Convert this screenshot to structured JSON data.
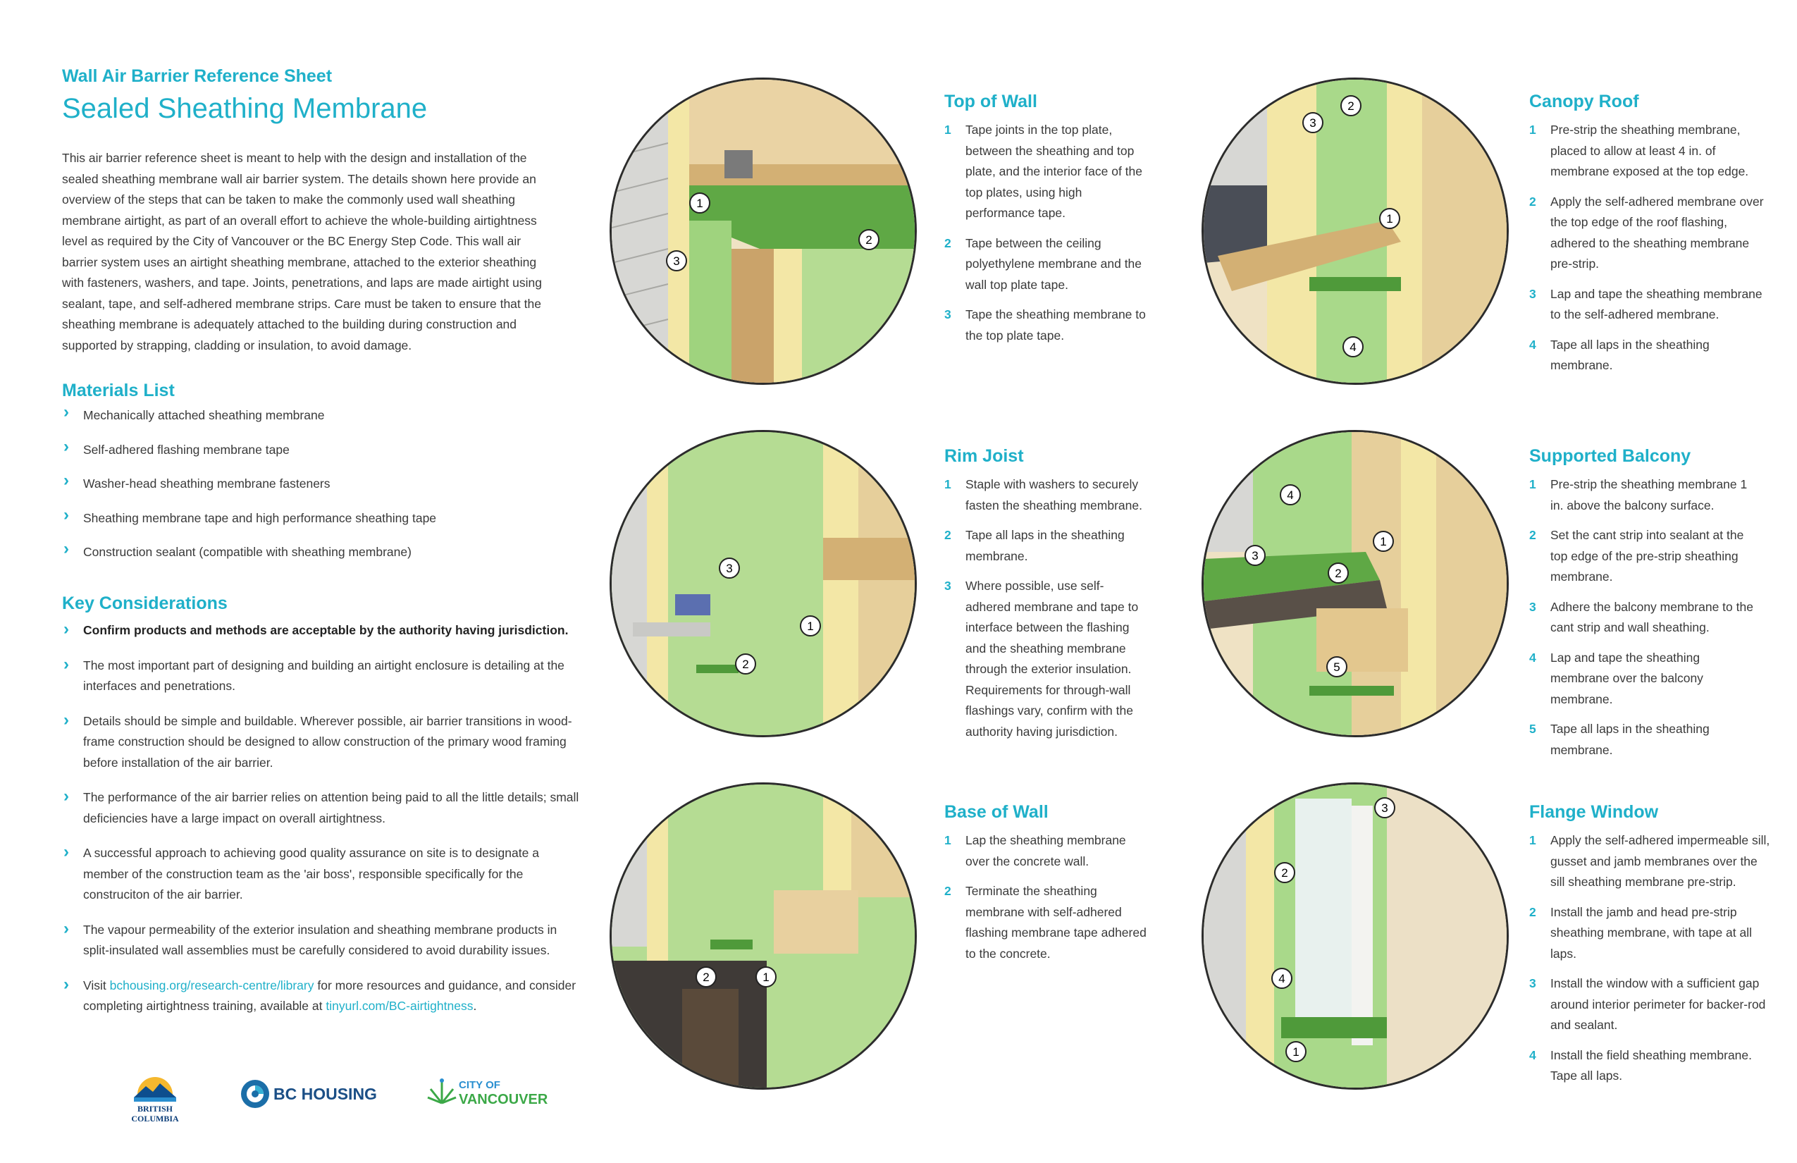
{
  "header": {
    "kicker": "Wall Air Barrier Reference Sheet",
    "title": "Sealed Sheathing Membrane"
  },
  "intro": "This air barrier reference sheet is meant to help with the design and installation of the sealed sheathing membrane wall air barrier system. The details shown here provide an overview of the steps that can be taken to make the commonly used wall sheathing membrane airtight, as part of an overall effort to achieve the whole-building airtightness level as required by the City of Vancouver or the BC Energy Step Code.  This wall air barrier system uses an airtight sheathing membrane, attached to the exterior sheathing with fasteners, washers, and tape. Joints, penetrations, and laps are made airtight using sealant, tape, and self-adhered membrane strips. Care must be taken to ensure that the sheathing membrane is adequately attached to the building during construction and supported by strapping, cladding or insulation, to avoid damage.",
  "materials": {
    "heading": "Materials List",
    "items": [
      "Mechanically attached sheathing membrane",
      "Self-adhered flashing membrane tape",
      "Washer-head sheathing membrane fasteners",
      "Sheathing membrane tape and high performance sheathing tape",
      "Construction sealant (compatible with sheathing membrane)"
    ]
  },
  "considerations": {
    "heading": "Key Considerations",
    "items": [
      "Confirm products and methods are acceptable by the authority having jurisdiction.",
      "The most important part of designing and building an airtight enclosure is detailing at the interfaces and penetrations.",
      "Details should be simple and buildable. Wherever possible, air barrier transitions in wood-frame construction should be designed to allow construction of the primary wood framing before installation of the air barrier.",
      "The performance of the air barrier relies on attention being paid to all the little details; small deficiencies have a large impact on overall airtightness.",
      "A successful approach to achieving good quality assurance on site is to designate a member of the construction team as the 'air boss', responsible specifically for the construciton of the air barrier.",
      "The vapour permeability of the exterior insulation and sheathing membrane products in split-insulated wall assemblies must be carefully considered to avoid durability issues."
    ],
    "visit": {
      "pre": "Visit ",
      "link1": "bchousing.org/research-centre/library",
      "mid": " for more resources and guidance, and consider completing airtightness training, available at ",
      "link2": "tinyurl.com/BC-airtightness",
      "post": "."
    }
  },
  "details": [
    {
      "title": "Top of Wall",
      "steps": [
        {
          "n": "1",
          "text": "Tape joints in the top plate, between the sheathing and top plate, and the interior face of the top plates, using high performance tape."
        },
        {
          "n": "2",
          "text": "Tape between the ceiling polyethylene membrane and the wall top plate tape."
        },
        {
          "n": "3",
          "text": "Tape the sheathing membrane to the top plate tape."
        }
      ]
    },
    {
      "title": "Canopy Roof",
      "steps": [
        {
          "n": "1",
          "text": "Pre-strip the sheathing membrane, placed to allow at least 4 in. of membrane exposed at the top edge."
        },
        {
          "n": "2",
          "text": "Apply the self-adhered membrane over the top edge of the roof flashing, adhered to the sheathing membrane pre-strip."
        },
        {
          "n": "3",
          "text": "Lap and tape the sheathing membrane to the self-adhered membrane."
        },
        {
          "n": "4",
          "text": "Tape all laps in the sheathing membrane."
        }
      ]
    },
    {
      "title": "Rim Joist",
      "steps": [
        {
          "n": "1",
          "text": "Staple with washers to securely fasten the sheathing membrane."
        },
        {
          "n": "2",
          "text": "Tape all laps in the sheathing membrane."
        },
        {
          "n": "3",
          "text": "Where possible, use self-adhered membrane and tape to interface between the flashing and the sheathing membrane through the exterior insulation. Requirements for through-wall flashings vary, confirm with the authority having jurisdiction."
        }
      ]
    },
    {
      "title": "Supported Balcony",
      "steps": [
        {
          "n": "1",
          "text": "Pre-strip the sheathing membrane 1 in. above the balcony surface."
        },
        {
          "n": "2",
          "text": "Set the cant strip into sealant at the top edge of the pre-strip sheathing membrane."
        },
        {
          "n": "3",
          "text": "Adhere the balcony membrane to the cant strip and wall sheathing."
        },
        {
          "n": "4",
          "text": "Lap and tape the sheathing membrane over the balcony membrane."
        },
        {
          "n": "5",
          "text": "Tape all laps in the sheathing membrane."
        }
      ]
    },
    {
      "title": "Base of Wall",
      "steps": [
        {
          "n": "1",
          "text": "Lap the sheathing membrane over the concrete wall."
        },
        {
          "n": "2",
          "text": "Terminate the sheathing membrane with self-adhered flashing membrane tape adhered to the concrete."
        }
      ]
    },
    {
      "title": "Flange Window",
      "steps": [
        {
          "n": "1",
          "text": "Apply the self-adhered impermeable sill, gusset and jamb membranes over the sill sheathing membrane pre-strip."
        },
        {
          "n": "2",
          "text": "Install the jamb and head pre-strip sheathing membrane, with tape at all laps."
        },
        {
          "n": "3",
          "text": "Install the window with a sufficient gap around interior perimeter for backer-rod and sealant."
        },
        {
          "n": "4",
          "text": "Install the field sheathing membrane. Tape all laps."
        }
      ]
    }
  ],
  "callouts": {
    "top_of_wall": [
      "1",
      "2",
      "3"
    ],
    "canopy_roof": [
      "1",
      "2",
      "3",
      "4"
    ],
    "rim_joist": [
      "1",
      "2",
      "3"
    ],
    "supported_balcony": [
      "1",
      "2",
      "3",
      "4",
      "5"
    ],
    "base_of_wall": [
      "1",
      "2"
    ],
    "flange_window": [
      "1",
      "2",
      "3",
      "4"
    ]
  },
  "logos": {
    "bc": [
      "BRITISH",
      "COLUMBIA"
    ],
    "bchousing": "BC HOUSING",
    "vancouver": [
      "CITY OF",
      "VANCOUVER"
    ]
  },
  "colors": {
    "accent": "#1fb0c9",
    "membrane": "#a9d98a",
    "membrane_dark": "#4f9a3a",
    "wood": "#e9cf9c",
    "insulation": "#f3e7a6"
  }
}
